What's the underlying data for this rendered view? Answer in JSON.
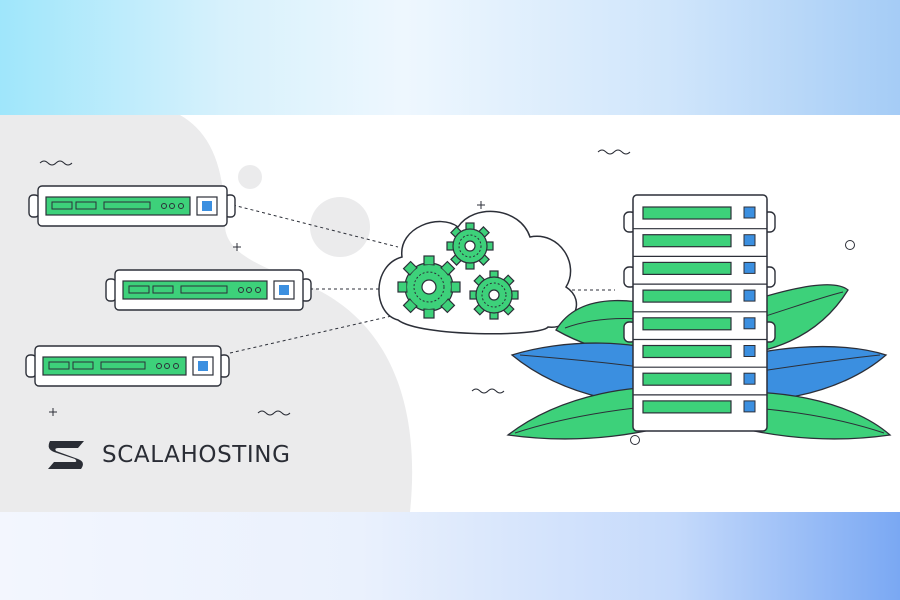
{
  "brand": {
    "name": "SCALAHOSTING",
    "logo_icon": "scalahosting-s-logo-icon"
  },
  "colors": {
    "green": "#3dd17a",
    "blue": "#3b8fe0",
    "outline": "#2c2f38",
    "blob": "#ebebec",
    "band_top_left": "#9fe6fb",
    "band_bottom_right": "#7aa8f3"
  },
  "illustration": {
    "subject": "cloud-hosting-network",
    "small_servers": 3,
    "tower_units": 8,
    "gears": 3
  }
}
